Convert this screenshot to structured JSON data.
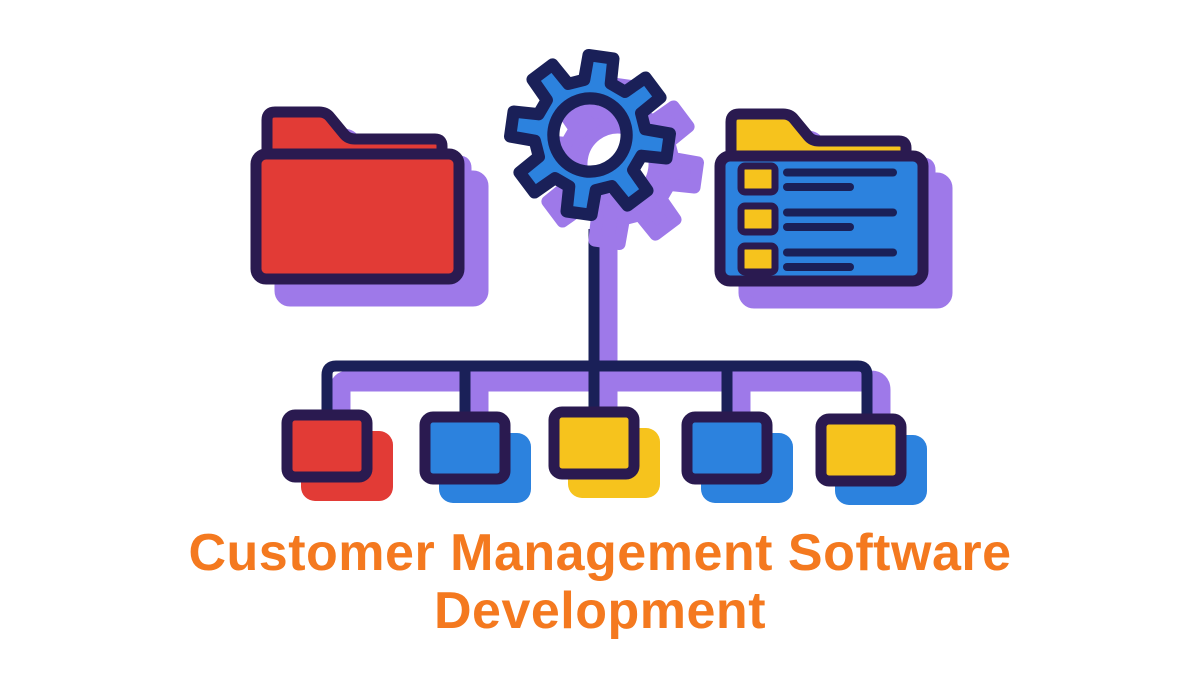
{
  "background": "#FFFFFF",
  "title": {
    "line1": "Customer Management Software",
    "line2": "Development",
    "color": "#F4791F"
  },
  "palette": {
    "red": "#E23B36",
    "blue": "#2C82DE",
    "yellow": "#F6C31D",
    "purple": "#9E79E9",
    "outline": "#2A1A50",
    "line": "#1A2058",
    "white": "#FFFFFF"
  },
  "illustration": {
    "gear": {
      "body": "#2C82DE",
      "shadow": "#9E79E9"
    },
    "red_folder": {
      "tab": "#E23B36",
      "body": "#E23B36",
      "shadow": "#9E79E9"
    },
    "blue_folder": {
      "tab": "#F6C31D",
      "body": "#2C82DE",
      "shadow": "#9E79E9",
      "bullet": "#F6C31D",
      "line": "#1A2058",
      "rows": 3
    },
    "tree": {
      "line": "#1A2058",
      "shadow": "#9E79E9",
      "nodes": [
        {
          "fill": "#E23B36",
          "shadow": "#E23B36"
        },
        {
          "fill": "#2C82DE",
          "shadow": "#2C82DE"
        },
        {
          "fill": "#F6C31D",
          "shadow": "#F6C31D"
        },
        {
          "fill": "#2C82DE",
          "shadow": "#2C82DE"
        },
        {
          "fill": "#F6C31D",
          "shadow": "#2C82DE"
        }
      ]
    }
  }
}
